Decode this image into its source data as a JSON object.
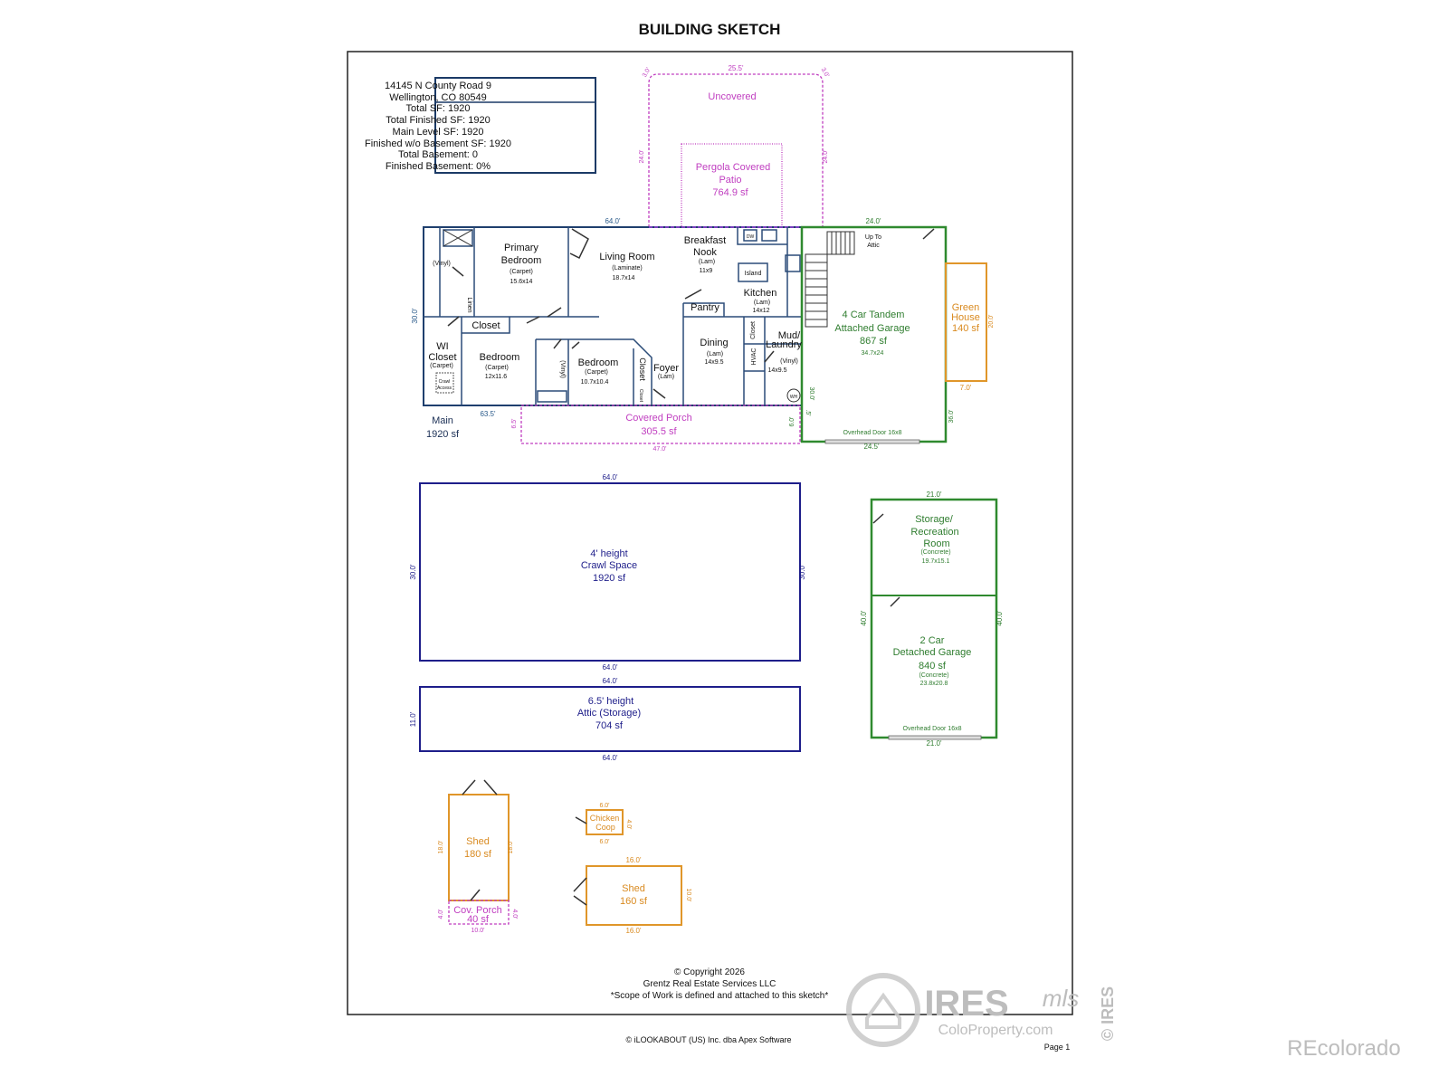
{
  "title": "BUILDING SKETCH",
  "info_box": {
    "address_line1": "14145 N County Road 9",
    "address_line2": "Wellington, CO 80549",
    "stats": [
      "Total SF: 1920",
      "Total Finished SF: 1920",
      "Main Level SF: 1920",
      "Finished w/o Basement SF: 1920",
      "Total Basement: 0",
      "Finished Basement: 0%"
    ]
  },
  "patio": {
    "uncovered": "Uncovered",
    "label1": "Pergola Covered",
    "label2": "Patio",
    "area": "764.9 sf",
    "dim_top": "25.5'",
    "dim_corner_l": "3.0'",
    "dim_corner_r": "3.0'",
    "dim_left": "24.0'",
    "dim_right": "24.0'"
  },
  "main": {
    "label": "Main",
    "area": "1920 sf",
    "dim_top": "64.0'",
    "dim_bottom": "63.5'",
    "dim_left": "30.0'",
    "bath_floor": "(Vinyl)",
    "primary": {
      "name1": "Primary",
      "name2": "Bedroom",
      "floor": "(Carpet)",
      "size": "15.6x14"
    },
    "linen": "Linen",
    "living": {
      "name": "Living Room",
      "floor": "(Laminate)",
      "size": "18.7x14"
    },
    "nook": {
      "name1": "Breakfast",
      "name2": "Nook",
      "floor": "(Lam)",
      "size": "11x9"
    },
    "dw": "DW",
    "island": "Island",
    "kitchen": {
      "name": "Kitchen",
      "floor": "(Lam)",
      "size": "14x12"
    },
    "pantry": "Pantry",
    "closet": "Closet",
    "wi": {
      "name1": "WI",
      "name2": "Closet",
      "floor": "(Carpet)",
      "crawl1": "Crawl",
      "crawl2": "Access"
    },
    "bedroom2": {
      "name": "Bedroom",
      "floor": "(Carpet)",
      "size": "12x11.6"
    },
    "bath2_floor": "(Vinyl)",
    "bedroom3": {
      "name": "Bedroom",
      "floor": "(Carpet)",
      "size": "10.7x10.4"
    },
    "closet2": "Closet",
    "closet3": "Closet",
    "foyer": {
      "name": "Foyer",
      "floor": "(Lam)"
    },
    "dining": {
      "name": "Dining",
      "floor": "(Lam)",
      "size": "14x9.5"
    },
    "closet4": "Closet",
    "hvac": "HVAC",
    "mud": {
      "name1": "Mud/",
      "name2": "Laundry",
      "floor": "(Vinyl)",
      "size": "14x9.5"
    },
    "wh": "WH"
  },
  "porch": {
    "name": "Covered Porch",
    "area": "305.5 sf",
    "dim_left": "6.5'",
    "dim_bottom": "47.0'",
    "dim_right": "6.0'"
  },
  "garage": {
    "name1": "4 Car Tandem",
    "name2": "Attached Garage",
    "area": "867 sf",
    "size": "34.7x24",
    "attic1": "Up To",
    "attic2": "Attic",
    "dim_top": "24.0'",
    "dim_left": "30.0'",
    "dim_small": ".5'",
    "dim_right": "36.0'",
    "door": "Overhead Door 16x8",
    "dim_bottom": "24.5'"
  },
  "greenhouse": {
    "name1": "Green",
    "name2": "House",
    "area": "140 sf",
    "dim_right": "20.0'",
    "dim_bottom": "7.0'"
  },
  "crawl": {
    "height": "4' height",
    "name": "Crawl Space",
    "area": "1920 sf",
    "dim_top": "64.0'",
    "dim_bottom": "64.0'",
    "dim_left": "30.0'",
    "dim_right": "30.0'"
  },
  "attic": {
    "height": "6.5' height",
    "name": "Attic (Storage)",
    "area": "704 sf",
    "dim_top": "64.0'",
    "dim_bottom": "64.0'",
    "dim_left": "11.0'"
  },
  "detached": {
    "storage1": "Storage/",
    "storage2": "Recreation",
    "storage3": "Room",
    "storage_floor": "(Concrete)",
    "storage_size": "19.7x15.1",
    "name1": "2 Car",
    "name2": "Detached Garage",
    "area": "840 sf",
    "floor": "(Concrete)",
    "size": "23.8x20.8",
    "door": "Overhead Door 16x8",
    "dim_top": "21.0'",
    "dim_bottom": "21.0'",
    "dim_left": "40.0'",
    "dim_right": "40.0'"
  },
  "shed1": {
    "name": "Shed",
    "area": "180 sf",
    "dim_left": "18.0'",
    "dim_right": "18.0'",
    "porch_name": "Cov. Porch",
    "porch_area": "40 sf",
    "porch_dim_left": "4.0'",
    "porch_dim_right": "4.0'",
    "dim_bottom": "10.0'"
  },
  "coop": {
    "name1": "Chicken",
    "name2": "Coop",
    "dim_top": "6.0'",
    "dim_bottom": "6.0'",
    "dim_right": "4.0'"
  },
  "shed2": {
    "name": "Shed",
    "area": "160 sf",
    "dim_top": "16.0'",
    "dim_bottom": "16.0'",
    "dim_right": "10.0'"
  },
  "footer": {
    "copyright": "© Copyright 2026",
    "company": "Grentz Real Estate Services LLC",
    "scope": "*Scope of Work is defined and attached to this sketch*",
    "software": "© iLOOKABOUT (US) Inc. dba Apex Software",
    "page": "Page 1"
  },
  "watermark": {
    "ires": "IRES",
    "mls": "mls",
    "site": "ColoProperty.com",
    "vertical": "© IRES",
    "brand": "REcolorado"
  }
}
